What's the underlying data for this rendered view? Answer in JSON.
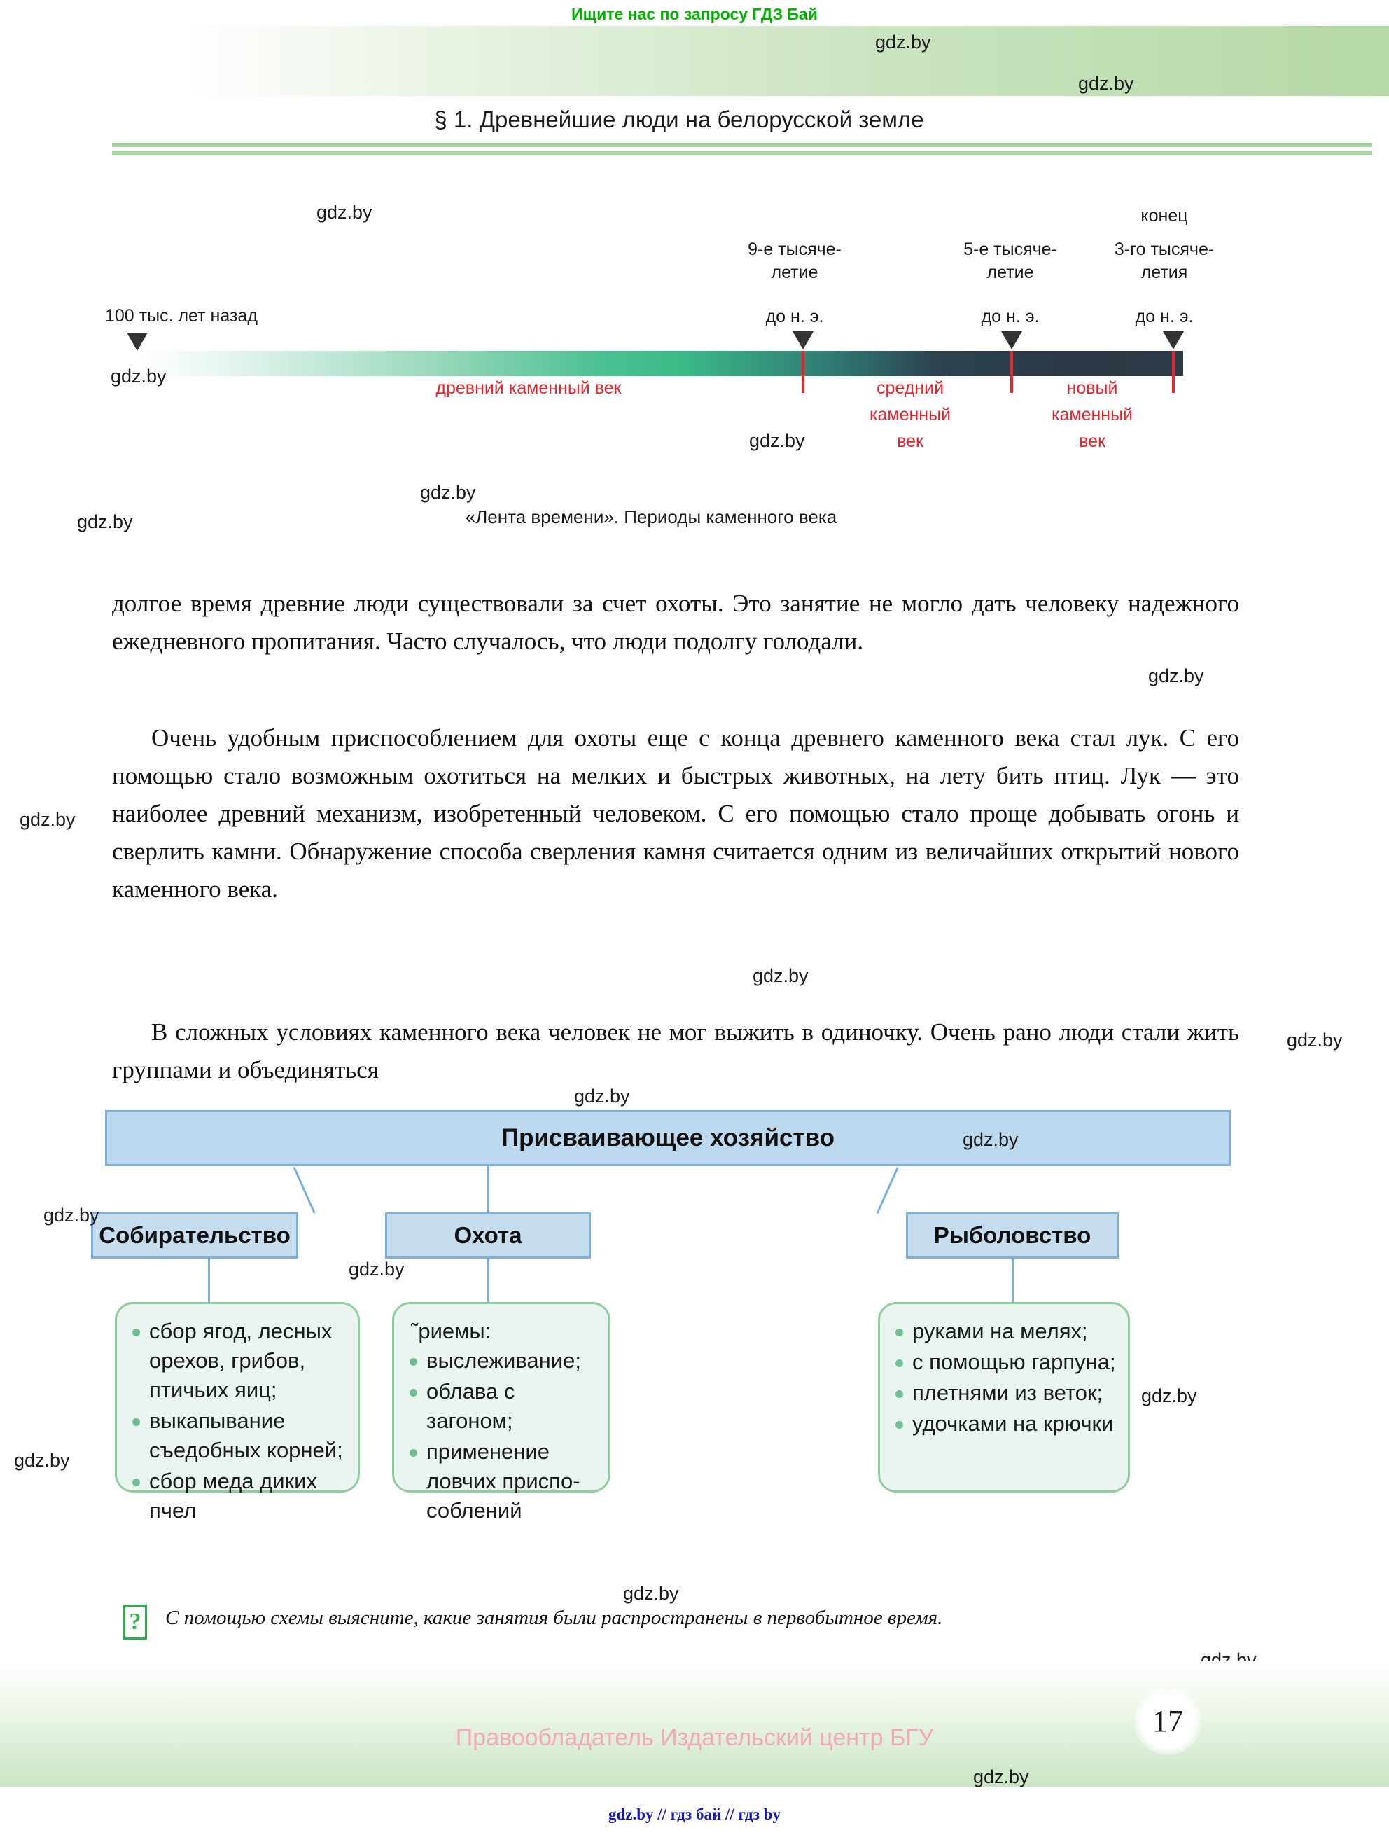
{
  "search_banner": "Ищите нас по запросу ГДЗ Бай",
  "section_title": "§ 1. Древнейшие люди на белорусской земле",
  "timeline": {
    "caption": "«Лента времени». Периоды каменного века",
    "markers": [
      {
        "label": "100 тыс. лет назад"
      },
      {
        "label": "9-е тысяче-\nлетие\nдо н. э."
      },
      {
        "label": "5-е тысяче-\nлетие\nдо н. э."
      },
      {
        "label": "конец\n3-го тысяче-\nлетия\nдо н. э."
      }
    ],
    "marker_0": "100 тыс. лет назад",
    "marker_1_l1": "9-е тысяче-",
    "marker_1_l2": "летие",
    "marker_1_l3": "до н. э.",
    "marker_2_l1": "5-е тысяче-",
    "marker_2_l2": "летие",
    "marker_2_l3": "до н. э.",
    "marker_3_l0": "конец",
    "marker_3_l1": "3-го тысяче-",
    "marker_3_l2": "летия",
    "marker_3_l3": "до н. э.",
    "period_1": "древний каменный век",
    "period_2_l1": "средний",
    "period_2_l2": "каменный",
    "period_2_l3": "век",
    "period_3_l1": "новый",
    "period_3_l2": "каменный",
    "period_3_l3": "век",
    "accent_red": "#e8232a"
  },
  "body": {
    "p1": "долгое время древние люди существовали за счет охоты. Это занятие не могло дать человеку надежного ежедневного пропитания. Часто случалось, что люди подолгу голодали.",
    "p2": "Очень удобным приспособлением для охоты еще с конца древнего каменного века стал лук. С его помощью стало возможным охотиться на мелких и быстрых животных, на лету бить птиц. Лук — это наиболее древний механизм, изобретенный человеком. С его помощью стало проще добывать огонь и сверлить камни. Обнаружение способа сверления камня считается одним из величайших открытий нового каменного века.",
    "p3": "В сложных условиях каменного века человек не мог выжить в одиночку. Очень рано люди стали жить группами и объединяться"
  },
  "scheme": {
    "title": "Присваивающее хозяйство",
    "branches": [
      {
        "label": "Собирательство"
      },
      {
        "label": "Охота"
      },
      {
        "label": "Рыболовство"
      }
    ],
    "branch_0_label": "Собирательство",
    "branch_1_label": "Охота",
    "branch_2_label": "Рыболовство",
    "list_0": [
      "сбор ягод, лесных орехов, грибов, птичьих яиц;",
      "выкапывание съедобных корней;",
      "сбор меда диких пчел"
    ],
    "list_1_head": "˜риемы:",
    "list_1": [
      "выслеживание;",
      "облава с загоном;",
      "применение ловчих приспо­соблений"
    ],
    "list_2": [
      "руками на мелях;",
      "с помощью гар­пуна;",
      "плетнями из веток;",
      "удочками на крючки"
    ],
    "box_fill": "#bcd8ee",
    "box_border": "#7bb0dd",
    "list_fill": "#eaf5f1",
    "list_border": "#8ece9f"
  },
  "question": {
    "icon": "?",
    "text": "С помощью схемы выясните, какие занятия были распространены в первобытное время."
  },
  "footer": {
    "copyright": "Правообладатель Издательский центр БГУ",
    "page_number": "17",
    "links": "gdz.by  //  гдз бай  //  гдз by"
  },
  "watermark": {
    "text": "gdz.by"
  }
}
